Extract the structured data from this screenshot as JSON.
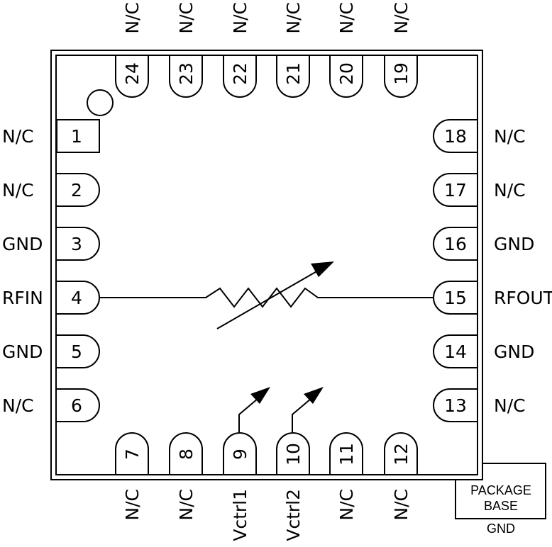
{
  "pins": {
    "left": [
      {
        "num": "1",
        "label": "N/C"
      },
      {
        "num": "2",
        "label": "N/C"
      },
      {
        "num": "3",
        "label": "GND"
      },
      {
        "num": "4",
        "label": "RFIN"
      },
      {
        "num": "5",
        "label": "GND"
      },
      {
        "num": "6",
        "label": "N/C"
      }
    ],
    "bottom": [
      {
        "num": "7",
        "label": "N/C"
      },
      {
        "num": "8",
        "label": "N/C"
      },
      {
        "num": "9",
        "label": "Vctrl1"
      },
      {
        "num": "10",
        "label": "Vctrl2"
      },
      {
        "num": "11",
        "label": "N/C"
      },
      {
        "num": "12",
        "label": "N/C"
      }
    ],
    "right": [
      {
        "num": "13",
        "label": "N/C"
      },
      {
        "num": "14",
        "label": "GND"
      },
      {
        "num": "15",
        "label": "RFOUT"
      },
      {
        "num": "16",
        "label": "GND"
      },
      {
        "num": "17",
        "label": "N/C"
      },
      {
        "num": "18",
        "label": "N/C"
      }
    ],
    "top": [
      {
        "num": "19",
        "label": "N/C"
      },
      {
        "num": "20",
        "label": "N/C"
      },
      {
        "num": "21",
        "label": "N/C"
      },
      {
        "num": "22",
        "label": "N/C"
      },
      {
        "num": "23",
        "label": "N/C"
      },
      {
        "num": "24",
        "label": "N/C"
      }
    ]
  },
  "package_base": {
    "line1": "PACKAGE",
    "line2": "BASE",
    "ground_label": "GND"
  }
}
